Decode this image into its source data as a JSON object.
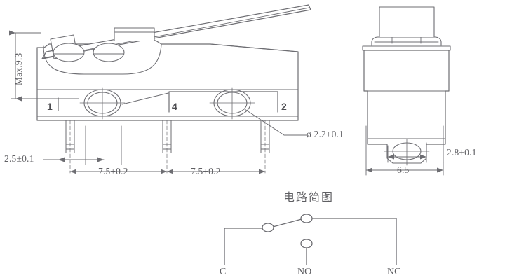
{
  "drawing": {
    "type": "micro-switch-technical-drawing",
    "line_color": "#6d6d72",
    "text_color": "#5f5f63",
    "background": "#ffffff",
    "side_view": {
      "height_dimension": "Max.9.3",
      "pin_offset_dimension": "2.5±0.1",
      "pin_pitch_dimension_left": "7.5±0.2",
      "pin_pitch_dimension_right": "7.5±0.2",
      "hole_diameter_callout": "ø 2.2±0.1",
      "terminal_labels": [
        "1",
        "4",
        "2"
      ]
    },
    "end_view": {
      "width_dimension": "6.5",
      "boss_width_dimension": "2.8±0.1"
    }
  },
  "circuit": {
    "title": "电路简图",
    "terminals": [
      {
        "id": "common",
        "label": "C"
      },
      {
        "id": "normally-open",
        "label": "NO"
      },
      {
        "id": "normally-closed",
        "label": "NC"
      }
    ]
  }
}
